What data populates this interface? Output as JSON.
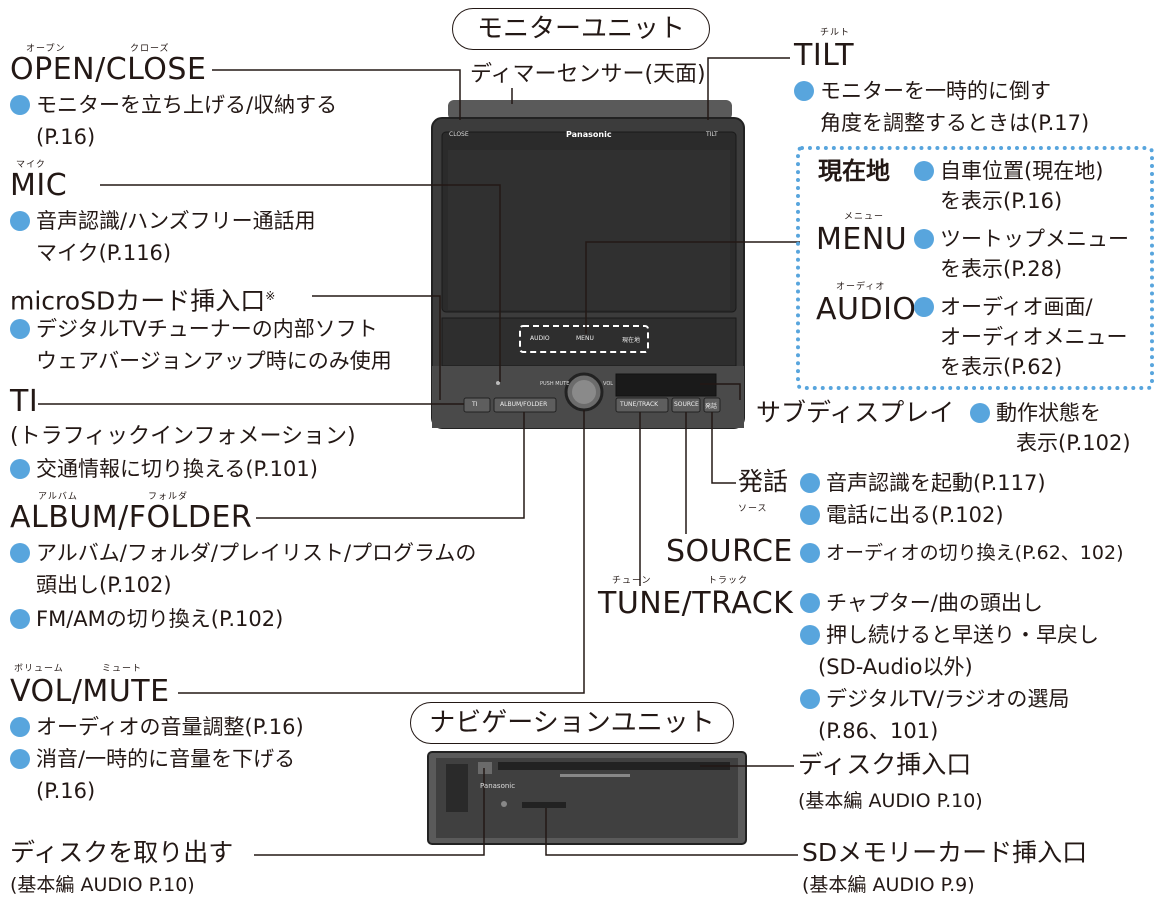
{
  "monitor_unit": {
    "title": "モニターユニット",
    "brand": "Panasonic",
    "close_small": "CLOSE",
    "tilt_small": "TILT",
    "btn_audio": "AUDIO",
    "btn_menu": "MENU",
    "btn_genzaichi": "現在地",
    "btn_ti": "TI",
    "btn_album": "ALBUM/FOLDER",
    "btn_tune": "TUNE/TRACK",
    "btn_source": "SOURCE",
    "btn_hatsuwa": "発話",
    "label_push_mute": "PUSH MUTE",
    "label_vol": "VOL"
  },
  "open_close": {
    "title": "OPEN/CLOSE",
    "ruby_open": "オープン",
    "ruby_close": "クローズ",
    "desc1": "モニターを立ち上げる/収納する",
    "desc2": "(P.16)"
  },
  "dimmer": {
    "label": "ディマーセンサー(天面)"
  },
  "tilt": {
    "title": "TILT",
    "ruby": "チルト",
    "desc1": "モニターを一時的に倒す",
    "desc2": "角度を調整するときは(P.17)"
  },
  "mic": {
    "title": "MIC",
    "ruby": "マイク",
    "desc1": "音声認識/ハンズフリー通話用",
    "desc2": "マイク(P.116)"
  },
  "keys_box": {
    "genzaichi": "現在地",
    "genzaichi_desc1": "自車位置(現在地)",
    "genzaichi_desc2": "を表示(P.16)",
    "menu": "MENU",
    "menu_ruby": "メニュー",
    "menu_desc1": "ツートップメニュー",
    "menu_desc2": "を表示(P.28)",
    "audio": "AUDIO",
    "audio_ruby": "オーディオ",
    "audio_desc1": "オーディオ画面/",
    "audio_desc2": "オーディオメニュー",
    "audio_desc3": "を表示(P.62)"
  },
  "microsd": {
    "title": "microSDカード挿入口",
    "mark": "※",
    "desc1": "デジタルTVチューナーの内部ソフト",
    "desc2": "ウェアバージョンアップ時にのみ使用"
  },
  "ti": {
    "title": "TI",
    "subtitle": "(トラフィックインフォメーション)",
    "desc": "交通情報に切り換える(P.101)"
  },
  "sub_display": {
    "title": "サブディスプレイ",
    "desc1": "動作状態を",
    "desc2": "表示(P.102)"
  },
  "hatsuwa": {
    "title": "発話",
    "desc1": "音声認識を起動(P.117)",
    "desc2": "電話に出る(P.102)"
  },
  "album_folder": {
    "title": "ALBUM/FOLDER",
    "ruby_album": "アルバム",
    "ruby_folder": "フォルダ",
    "desc1": "アルバム/フォルダ/プレイリスト/プログラムの",
    "desc1b": "頭出し(P.102)",
    "desc2": "FM/AMの切り換え(P.102)"
  },
  "source": {
    "title": "SOURCE",
    "ruby": "ソース",
    "desc": "オーディオの切り換え(P.62、102)"
  },
  "tune_track": {
    "title": "TUNE/TRACK",
    "ruby_tune": "チューン",
    "ruby_track": "トラック",
    "desc1": "チャプター/曲の頭出し",
    "desc2": "押し続けると早送り・早戻し",
    "desc2b": "(SD-Audio以外)",
    "desc3": "デジタルTV/ラジオの選局",
    "desc3b": "(P.86、101)"
  },
  "vol_mute": {
    "title": "VOL/MUTE",
    "ruby_vol": "ボリューム",
    "ruby_mute": "ミュート",
    "desc1": "オーディオの音量調整(P.16)",
    "desc2": "消音/一時的に音量を下げる",
    "desc2b": "(P.16)"
  },
  "nav_unit": {
    "title": "ナビゲーションユニット",
    "brand": "Panasonic"
  },
  "disc_slot": {
    "title": "ディスク挿入口",
    "ref": "(基本編 AUDIO P.10)"
  },
  "disc_eject": {
    "title": "ディスクを取り出す",
    "ref": "(基本編 AUDIO P.10)"
  },
  "sd_slot": {
    "title": "SDメモリーカード挿入口",
    "ref": "(基本編 AUDIO P.9)"
  },
  "colors": {
    "accent": "#58a5dd",
    "text": "#231815",
    "device": "#3a3a3a"
  }
}
